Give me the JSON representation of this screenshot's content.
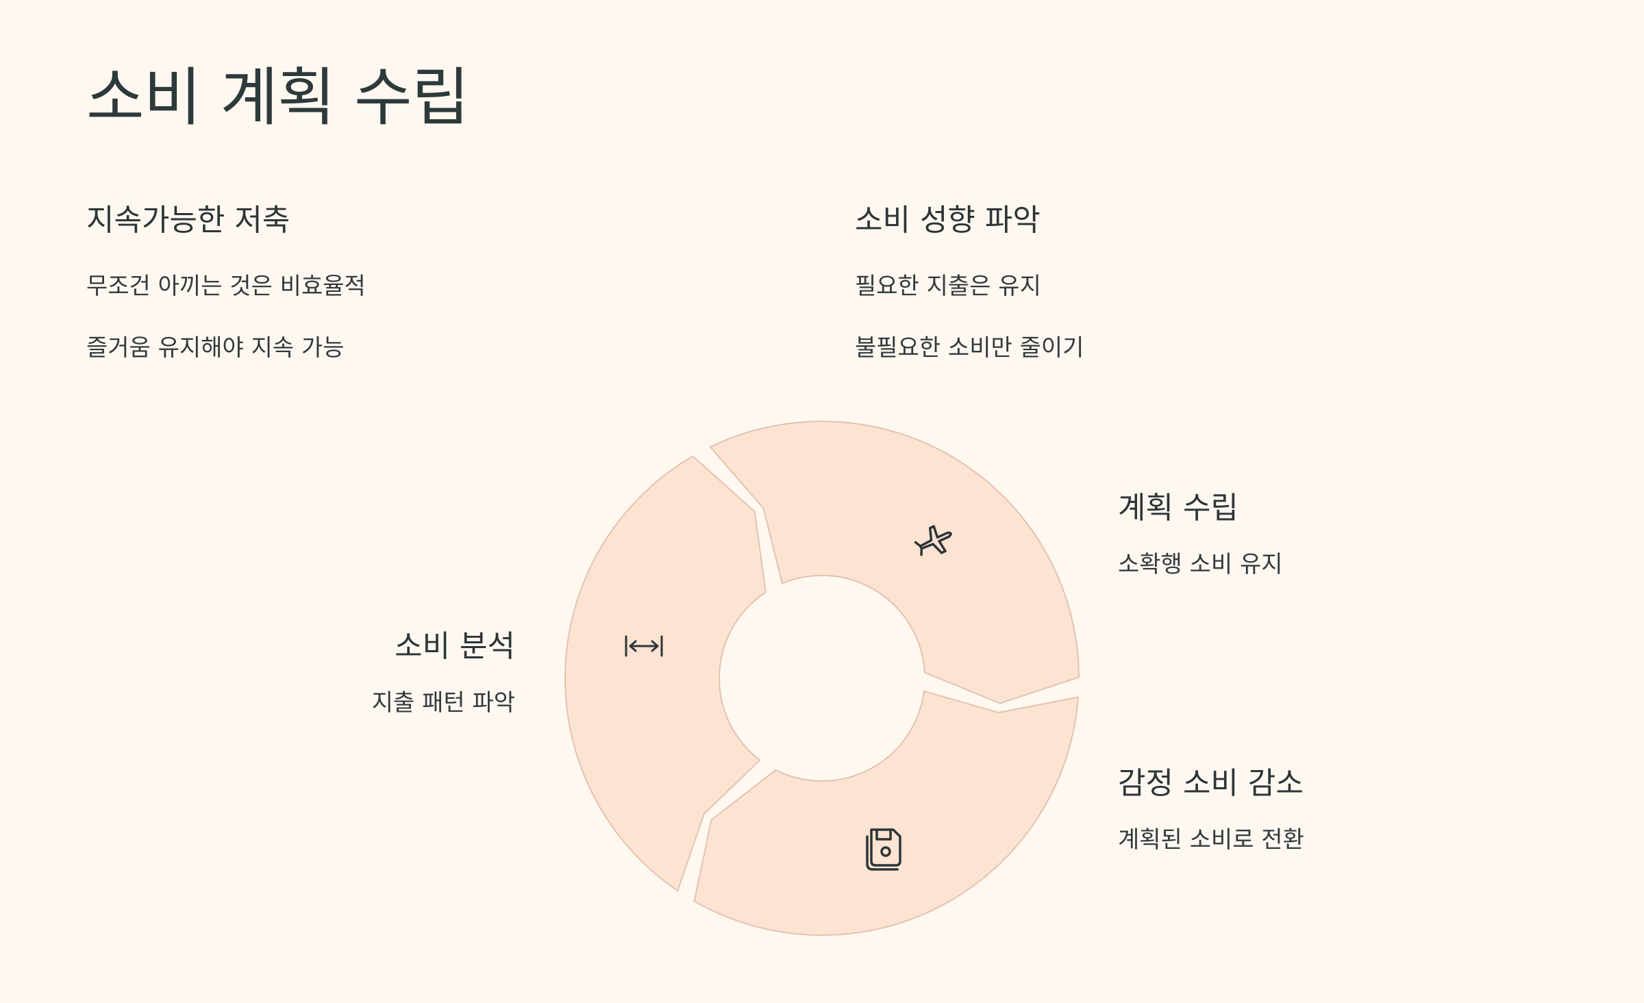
{
  "title": "소비 계획 수립",
  "sections": [
    {
      "heading": "지속가능한 저축",
      "lines": [
        "무조건 아끼는 것은 비효율적",
        "즐거움 유지해야 지속 가능"
      ]
    },
    {
      "heading": "소비 성향 파악",
      "lines": [
        "필요한 지출은 유지",
        "불필요한 소비만 줄이기"
      ]
    }
  ],
  "cycle": {
    "fill": "#fde3d2",
    "stroke": "#e2c3b0",
    "steps": [
      {
        "heading": "계획 수립",
        "desc": "소확행 소비 유지",
        "icon": "airplane-icon"
      },
      {
        "heading": "감정 소비 감소",
        "desc": "계획된 소비로 전환",
        "icon": "floppy-disk-icon"
      },
      {
        "heading": "소비 분석",
        "desc": "지출 패턴 파악",
        "icon": "horizontal-arrows-icon"
      }
    ]
  }
}
